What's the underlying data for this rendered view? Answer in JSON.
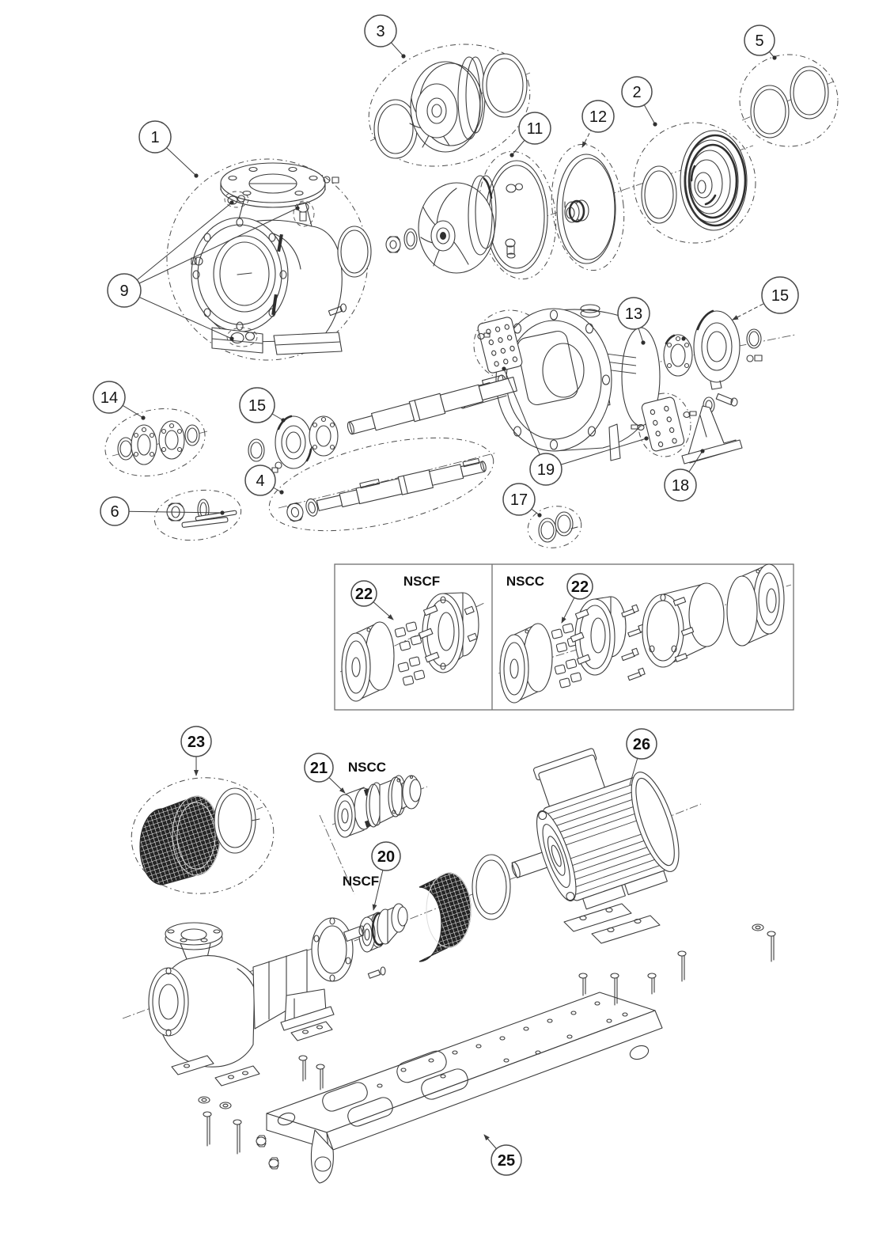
{
  "diagram": {
    "background": "#ffffff",
    "line_color": "#3c3c3c",
    "callouts": [
      {
        "part": "volute-casing",
        "label": "1"
      },
      {
        "part": "closed-impeller",
        "label": "2"
      },
      {
        "part": "impeller-with-wear-rings",
        "label": "3"
      },
      {
        "part": "pump-shaft",
        "label": "4"
      },
      {
        "part": "wear-ring-pair",
        "label": "5"
      },
      {
        "part": "nut-washer-keys",
        "label": "6"
      },
      {
        "part": "casing-plugs",
        "label": "9"
      },
      {
        "part": "seal-cover-plate",
        "label": "11"
      },
      {
        "part": "seal-housing-disc",
        "label": "12"
      },
      {
        "part": "bearing-housing",
        "label": "13"
      },
      {
        "part": "bearing-set",
        "label": "14"
      },
      {
        "part": "bearing-cover-left",
        "label": "15"
      },
      {
        "part": "bearing-cover-right",
        "label": "15"
      },
      {
        "part": "ring-pair",
        "label": "17"
      },
      {
        "part": "support-bracket",
        "label": "18"
      },
      {
        "part": "gasket-plates",
        "label": "19"
      },
      {
        "part": "coupling-compact-nscf",
        "label": "20"
      },
      {
        "part": "coupling-assembled-nscc",
        "label": "21"
      },
      {
        "part": "coupling-spider-nscf",
        "label": "22"
      },
      {
        "part": "coupling-spider-nscc",
        "label": "22"
      },
      {
        "part": "coupling-guard",
        "label": "23"
      },
      {
        "part": "baseplate",
        "label": "25"
      },
      {
        "part": "electric-motor",
        "label": "26"
      }
    ],
    "labels": {
      "coupling_box_left": "NSCF",
      "coupling_box_right": "NSCC",
      "assembled_coupling": "NSCC",
      "compact_coupling": "NSCF"
    }
  }
}
